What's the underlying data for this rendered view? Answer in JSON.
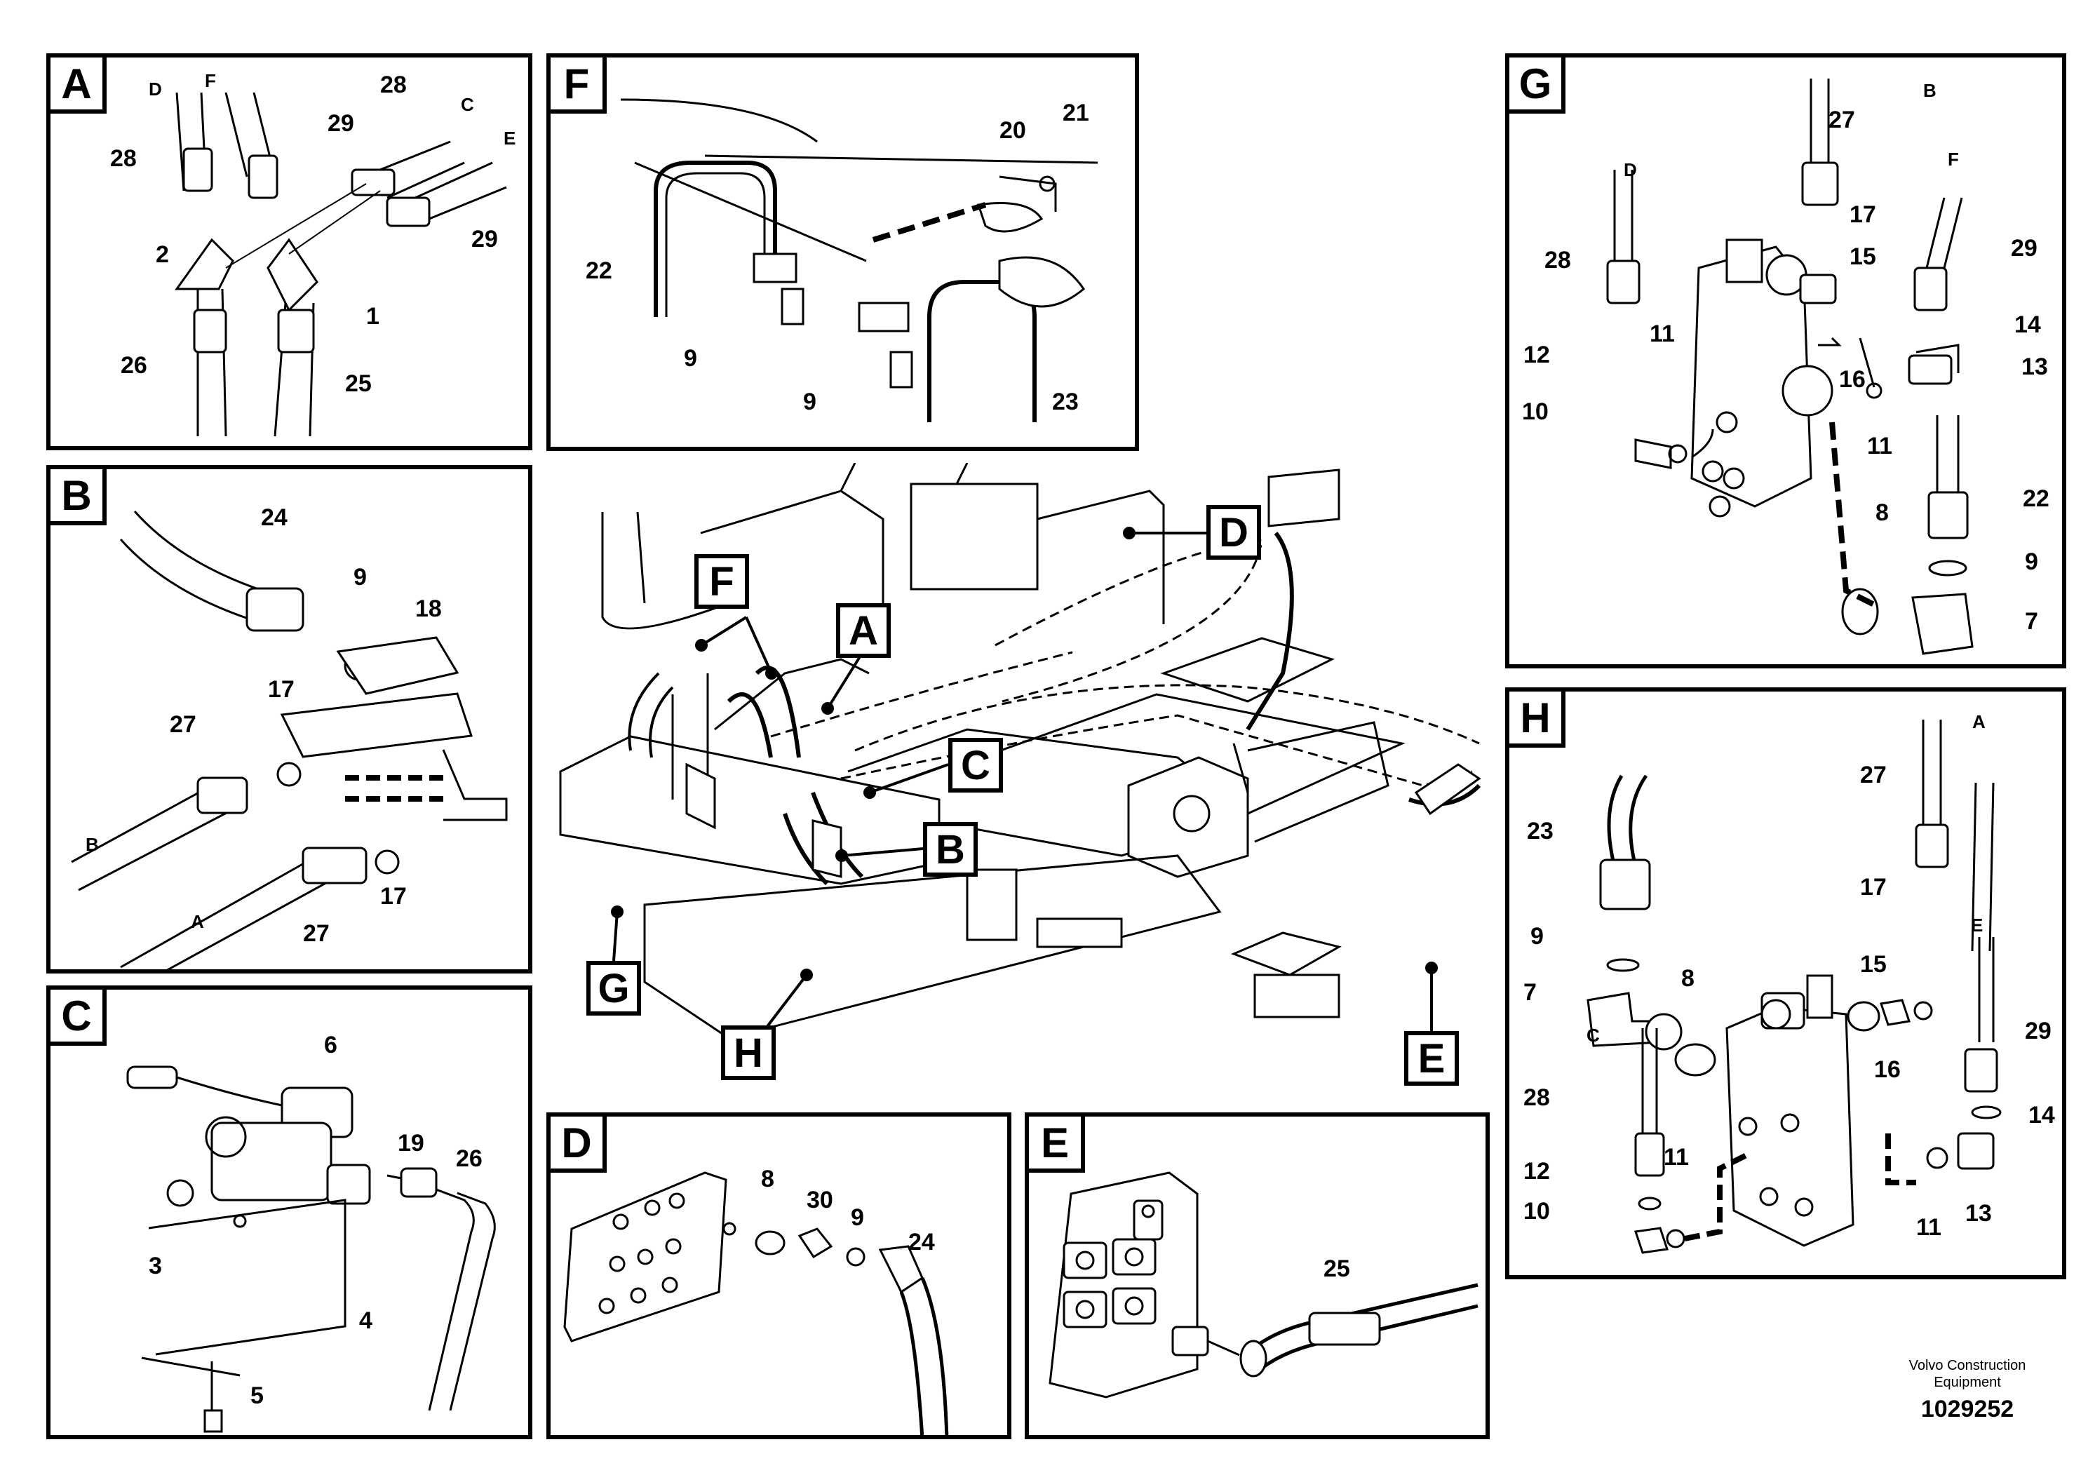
{
  "brand": {
    "line1": "Volvo Construction",
    "line2": "Equipment"
  },
  "drawing_number": "1029252",
  "panels": {
    "A": {
      "letter": "A",
      "callouts": [
        "28",
        "29",
        "28",
        "2",
        "1",
        "29",
        "26",
        "25"
      ],
      "letters": [
        "D",
        "F",
        "C",
        "E"
      ]
    },
    "B": {
      "letter": "B",
      "callouts": [
        "24",
        "9",
        "18",
        "17",
        "27",
        "17",
        "27"
      ],
      "letters": [
        "B",
        "A"
      ]
    },
    "C": {
      "letter": "C",
      "callouts": [
        "6",
        "19",
        "26",
        "3",
        "4",
        "5"
      ]
    },
    "D": {
      "letter": "D",
      "callouts": [
        "8",
        "30",
        "9",
        "24"
      ]
    },
    "E": {
      "letter": "E",
      "callouts": [
        "25"
      ]
    },
    "F": {
      "letter": "F",
      "callouts": [
        "20",
        "21",
        "22",
        "9",
        "9",
        "23"
      ]
    },
    "G": {
      "letter": "G",
      "callouts": [
        "27",
        "17",
        "15",
        "29",
        "28",
        "14",
        "11",
        "13",
        "12",
        "16",
        "10",
        "11",
        "22",
        "8",
        "9",
        "7"
      ],
      "letters": [
        "B",
        "D",
        "F"
      ]
    },
    "H": {
      "letter": "H",
      "callouts": [
        "27",
        "23",
        "17",
        "9",
        "8",
        "15",
        "7",
        "16",
        "29",
        "28",
        "14",
        "12",
        "11",
        "10",
        "11",
        "13"
      ],
      "letters": [
        "A",
        "E",
        "C"
      ]
    }
  },
  "main_tags": [
    "F",
    "A",
    "C",
    "B",
    "G",
    "H",
    "D",
    "E"
  ]
}
